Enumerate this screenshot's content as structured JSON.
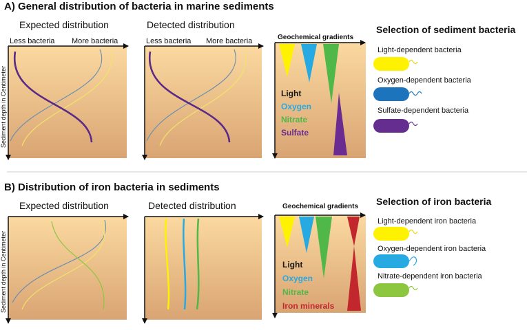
{
  "section_a": {
    "title": "A) General distribution of bacteria in marine sediments",
    "expected_title": "Expected distribution",
    "detected_title": "Detected distribution",
    "less_label": "Less bacteria",
    "more_label": "More bacteria",
    "depth_label": "Sediment depth in Centimeter",
    "gradients_title": "Geochemical gradients",
    "gradients": [
      {
        "label": "Light",
        "color": "#1a1a1a"
      },
      {
        "label": "Oxygen",
        "color": "#27a9e1"
      },
      {
        "label": "Nitrate",
        "color": "#4fb848"
      },
      {
        "label": "Sulfate",
        "color": "#6a2c91"
      }
    ],
    "selection_title": "Selection of sediment bacteria",
    "bacteria": [
      {
        "label": "Light-dependent bacteria",
        "color": "#fff200"
      },
      {
        "label": "Oxygen-dependent bacteria",
        "color": "#1c75bc"
      },
      {
        "label": "Sulfate-dependent bacteria",
        "color": "#662d91"
      }
    ]
  },
  "section_b": {
    "title": "B) Distribution of iron bacteria in sediments",
    "expected_title": "Expected distribution",
    "detected_title": "Detected distribution",
    "depth_label": "Sediment depth in Centimeter",
    "gradients_title": "Geochemical gradients",
    "gradients": [
      {
        "label": "Light",
        "color": "#1a1a1a"
      },
      {
        "label": "Oxygen",
        "color": "#27a9e1"
      },
      {
        "label": "Nitrate",
        "color": "#4fb848"
      },
      {
        "label": "Iron minerals",
        "color": "#c1272d"
      }
    ],
    "selection_title": "Selection of iron bacteria",
    "bacteria": [
      {
        "label": "Light-dependent iron bacteria",
        "color": "#fff200"
      },
      {
        "label": "Oxygen-dependent iron bacteria",
        "color": "#27a9e1"
      },
      {
        "label": "Nitrate-dependent iron bacteria",
        "color": "#8dc63f"
      }
    ]
  }
}
